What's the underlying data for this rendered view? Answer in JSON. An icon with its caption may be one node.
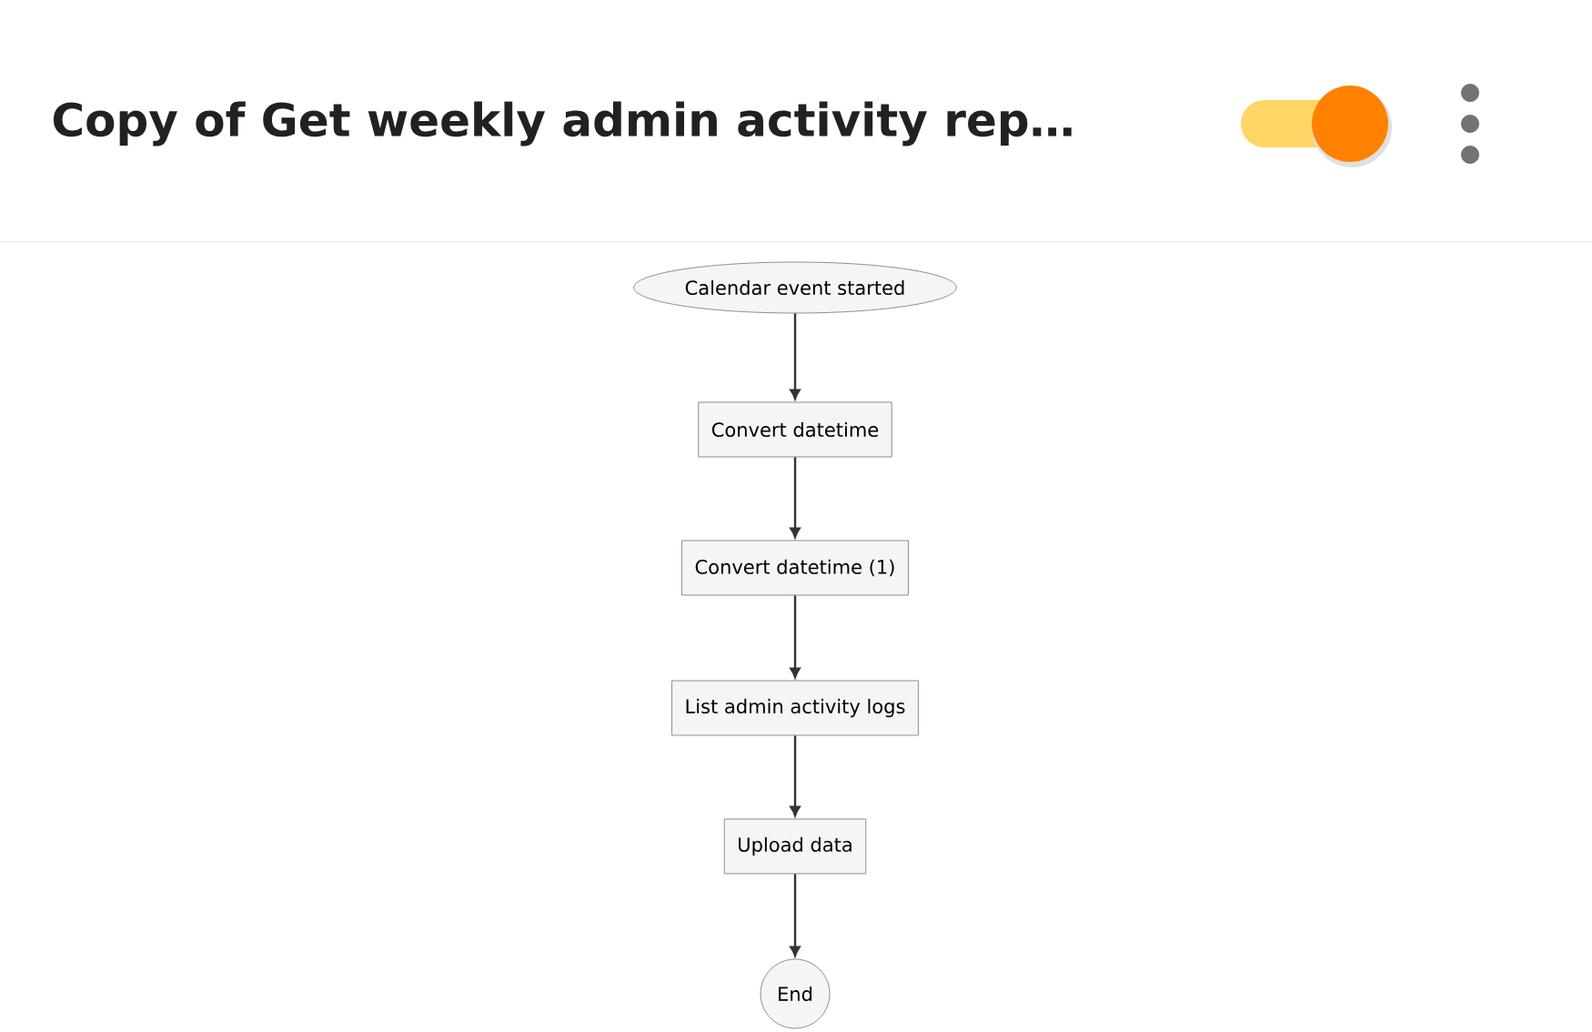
{
  "diagram": {
    "title": "Copy of Get weekly admin activity rep…",
    "nodes": [
      {
        "text": [
          "Calendar event started"
        ]
      },
      {
        "text": [
          "Convert datetime"
        ]
      },
      {
        "text": [
          "Convert datetime (1)"
        ]
      },
      {
        "text": [
          "List admin activity logs"
        ]
      },
      {
        "text": [
          "Upload data"
        ]
      },
      {
        "text": [
          "End"
        ]
      }
    ],
    "edges": [
      {
        "from": 0,
        "to": 1,
        "arrow": "to"
      },
      {
        "from": 1,
        "to": 2,
        "arrow": "to"
      },
      {
        "from": 2,
        "to": 3,
        "arrow": "to"
      },
      {
        "from": 3,
        "to": 4,
        "arrow": "to"
      },
      {
        "from": 4,
        "to": 5,
        "arrow": "to"
      }
    ]
  }
}
